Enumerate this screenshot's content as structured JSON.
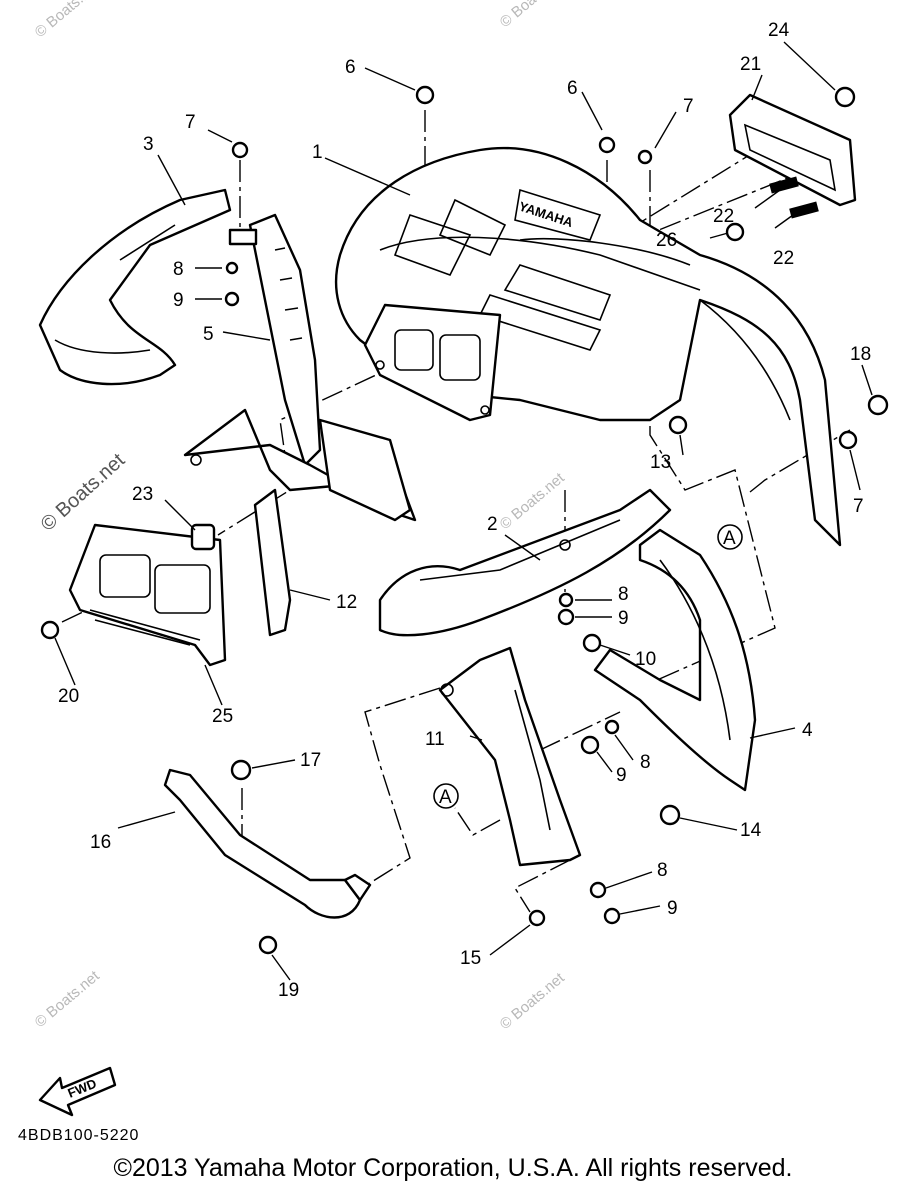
{
  "diagram": {
    "brand_text": "YAMAHA",
    "callout_letter": "A",
    "part_numbers": [
      "1",
      "2",
      "3",
      "4",
      "5",
      "6",
      "6",
      "7",
      "7",
      "7",
      "8",
      "8",
      "8",
      "8",
      "9",
      "9",
      "9",
      "9",
      "10",
      "11",
      "12",
      "13",
      "14",
      "15",
      "16",
      "17",
      "18",
      "19",
      "20",
      "21",
      "22",
      "22",
      "23",
      "24",
      "25",
      "26"
    ],
    "diagram_code": "4BDB100-5220",
    "fwd_label": "FWD",
    "watermark": "© Boats.net",
    "watermark_small": "© Boats.net"
  },
  "footer": {
    "copyright": "©2013 Yamaha Motor Corporation, U.S.A. All rights reserved."
  },
  "colors": {
    "line": "#000000",
    "background": "#ffffff",
    "watermark": "#b8b8b8"
  }
}
